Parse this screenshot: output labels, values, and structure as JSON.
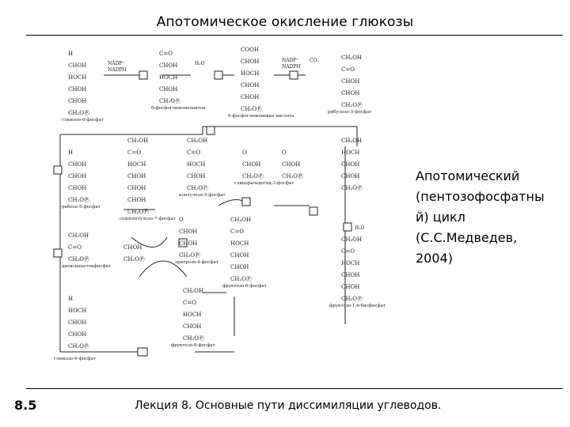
{
  "slide": {
    "title": "Апотомическое окисление глюкозы",
    "caption_lines": [
      "Апотомический",
      "(пентозофосфатны",
      "й) цикл",
      "(С.С.Медведев,",
      "2004)"
    ],
    "number": "8.5",
    "footer": "Лекция 8. Основные пути диссимиляции углеводов."
  },
  "diagram": {
    "label_glc6p": "глюкозо-6-фосфат",
    "label_lactone": "6-фосфоглюконолактон",
    "label_gluconate": "6-фосфоглюконовая кислота",
    "label_ru5p": "рибулозо-5-фосфат",
    "label_r5p": "рибозо-5-фосфат",
    "label_s7p": "седогептулозо-7-фосфат",
    "label_xu5p": "ксилулозо-5-фосфат",
    "label_e4p": "эритрозо-4-фосфат",
    "label_dhap": "диоксиацетонфосфат",
    "label_g3p": "глицеральдегид-3-фосфат",
    "label_f6p": "фруктозо-6-фосфат",
    "label_fbp": "фруктозо-1,6-бисфосфат",
    "reagent_nadp": "NADP⁺",
    "reagent_nadph": "NADPH",
    "reagent_water": "H₂O",
    "reagent_co2": "CO₂"
  },
  "colors": {
    "text": "#000000",
    "rule": "#000000",
    "diagram_ink": "#222222"
  }
}
